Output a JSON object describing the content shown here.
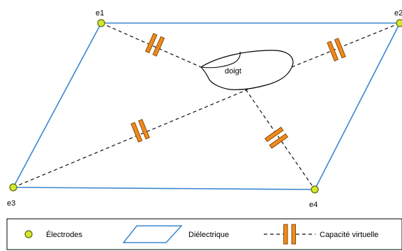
{
  "diagram": {
    "electrodes": [
      {
        "id": "e1",
        "label": "e1"
      },
      {
        "id": "e2",
        "label": "e2"
      },
      {
        "id": "e3",
        "label": "e3"
      },
      {
        "id": "e4",
        "label": "e4"
      }
    ],
    "finger_label": "doigt"
  },
  "legend": {
    "electrodes_label": "Électrodes",
    "dielectric_label": "Diélectrique",
    "capacitor_label": "Capacité virtuelle"
  },
  "colors": {
    "electrode_fill": "#d6e62e",
    "electrode_stroke": "#5a6a10",
    "dielectric_stroke": "#3a85cf",
    "capacitor_fill": "#f08a1c",
    "capacitor_stroke": "#8a4a08",
    "dashed_line": "#111111"
  }
}
